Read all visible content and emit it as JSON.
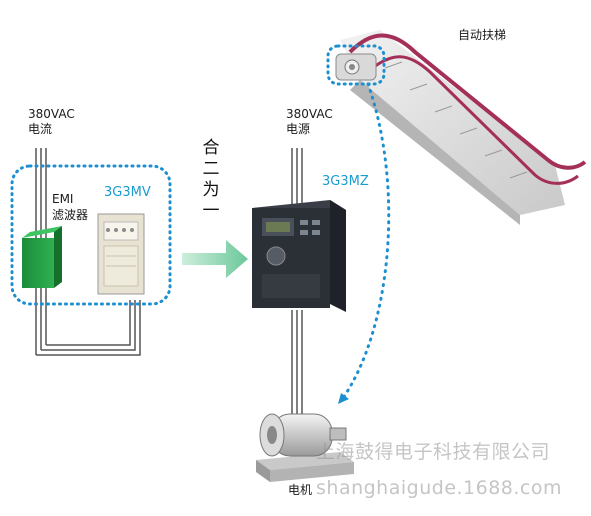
{
  "labels": {
    "escalator": "自动扶梯",
    "left_voltage": "380VAC",
    "left_supply": "电流",
    "right_voltage": "380VAC",
    "right_supply": "电源",
    "emi_line1": "EMI",
    "emi_line2": "滤波器",
    "model_left": "3G3MV",
    "model_right": "3G3MZ",
    "merge_text": "合二为一",
    "motor": "电机"
  },
  "watermark": {
    "company": "上海鼓得电子科技有限公司",
    "domain": "shanghaigude.1688.com"
  },
  "colors": {
    "dotted_line": "#1b8fd0",
    "model_text": "#1b9bd0",
    "arrow": "#8ed4b0",
    "emi_filter": "#1e9a3e",
    "handrail": "#a4305a"
  },
  "icons": [
    "escalator-icon",
    "emi-filter-icon",
    "inverter-3g3mv-icon",
    "inverter-3g3mz-icon",
    "motor-icon",
    "merge-arrow-icon"
  ]
}
